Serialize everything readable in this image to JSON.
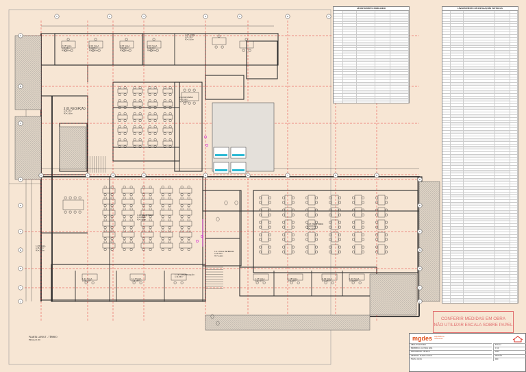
{
  "drawing": {
    "rooms": [
      {
        "id": "recepcao",
        "name": "2.01 RECEPÇÃO",
        "lines": [
          "A:71.17m²",
          "PD=2,60m"
        ]
      },
      {
        "id": "sala_top1",
        "name": "2.03 SALA",
        "lines": [
          "A:17.26m²",
          "PD=2,60m"
        ]
      },
      {
        "id": "sala_top2",
        "name": "2.04 SALA",
        "lines": [
          "A:18.87m²",
          "PD=2,60m"
        ]
      },
      {
        "id": "sala_top3",
        "name": "2.05 SALA",
        "lines": [
          "A:12.13m²",
          "PD=2,60m"
        ]
      },
      {
        "id": "sala_top4",
        "name": "2.06 SALA",
        "lines": [
          "A:10.45m²",
          "PD=2,60m"
        ]
      },
      {
        "id": "sala_top5",
        "name": "2.07 COPA",
        "lines": [
          "A:21.14m²",
          "PD=2,60m"
        ]
      },
      {
        "id": "sala_reun",
        "name": "2.08 REUNIÃO",
        "lines": [
          "A:23.50m²",
          "PD=2,60m"
        ]
      },
      {
        "id": "open_left",
        "name": "1.04 ESCRITÓRIO",
        "lines": [
          "A:152.40m²",
          "PD=2,60m"
        ]
      },
      {
        "id": "open_right",
        "name": "1.07 ESCRITÓRIO",
        "lines": [
          "A:198.30m²",
          "PD=2,60m"
        ]
      },
      {
        "id": "sala_ext",
        "name": "1.05 SALA",
        "lines": [
          "A:18.30m²",
          "PD=2,60m"
        ]
      },
      {
        "id": "hall",
        "name": "1.11 HALL INTERIOR",
        "lines": [
          "A:15.92m²",
          "PD=2,60m"
        ]
      },
      {
        "id": "bot1",
        "name": "1.12 SALA",
        "lines": [
          "A:15.12m²"
        ]
      },
      {
        "id": "bot2",
        "name": "1.13 SALA",
        "lines": [
          "A:16.45m²"
        ]
      },
      {
        "id": "bot3",
        "name": "1.14 CONVERSAÇÃO",
        "lines": [
          "A:14.86m²"
        ]
      },
      {
        "id": "bot4",
        "name": "1.17 SALA",
        "lines": [
          "A:10.12m²"
        ]
      },
      {
        "id": "bot5",
        "name": "1.18 SALA",
        "lines": [
          "A:11.40m²"
        ]
      },
      {
        "id": "bot6",
        "name": "1.19 SALA",
        "lines": [
          "A:12.05m²"
        ]
      },
      {
        "id": "bot7",
        "name": "1.20 SALA",
        "lines": [
          "A:13.80m²"
        ]
      }
    ],
    "grid_top": [
      "1",
      "2",
      "3",
      "4",
      "5",
      "6",
      "7"
    ],
    "grid_mid": [
      "1",
      "2",
      "3",
      "4",
      "5",
      "6",
      "7",
      "8",
      "9"
    ],
    "grid_left": [
      "A",
      "B",
      "C",
      "D",
      "E",
      "F",
      "G",
      "H",
      "I",
      "J"
    ],
    "plan_title": "PLANTA LAYOUT - TÉRREO",
    "plan_scale": "ESCALA 1:50",
    "colors": {
      "line": "#2f2f2f",
      "red": "#e02020",
      "magenta": "#d21ad6",
      "cyan": "#2bb9d4",
      "bg": "#f7e6d4"
    }
  },
  "tables": {
    "left": {
      "title": "LEVANTAMENTO MOBILIÁRIO",
      "rows": 48
    },
    "right": {
      "title": "LEVANTAMENTO DE INSTALAÇÕES ELÉTRICAS",
      "rows": 140
    }
  },
  "warning": {
    "line1": "CONFERIR MEDIDAS EM OBRA",
    "line2": "NÃO UTILIZAR ESCALA SOBRE PAPEL"
  },
  "title_block": {
    "logo": "mgdes",
    "logo_sub": [
      "arquitetura",
      "interiores"
    ],
    "lines": [
      "OBRA: ESCRITÓRIO",
      "ENDEREÇO: AV. FARIA LIMA",
      "RESPONSÁVEL TÉCNICO",
      "DESENHO: PLANTA LAYOUT",
      "FOLHA: 01/01"
    ],
    "right_fields": [
      "ESCALA",
      "1:50",
      "DATA",
      "REVISÃO",
      "R00"
    ]
  }
}
